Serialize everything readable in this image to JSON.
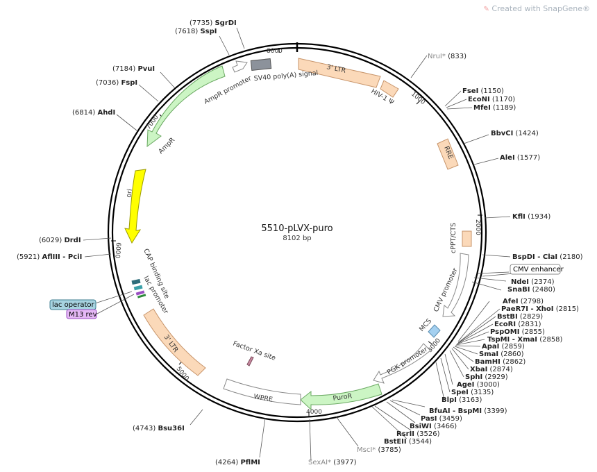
{
  "credit": {
    "text": "Created with SnapGene",
    "reg": "®"
  },
  "plasmid": {
    "name": "5510-pLVX-puro",
    "length": "8102 bp"
  },
  "ticks": [
    "1000",
    "2000",
    "3000",
    "4000",
    "5000",
    "6000",
    "7000",
    "8000"
  ],
  "sites": [
    {
      "pos": "(7735)",
      "name": "SgrDI"
    },
    {
      "pos": "(7618)",
      "name": "SspI"
    },
    {
      "pos": "(7184)",
      "name": "PvuI"
    },
    {
      "pos": "(7036)",
      "name": "FspI"
    },
    {
      "pos": "(6814)",
      "name": "AhdI"
    },
    {
      "pos": "(6029)",
      "name": "DrdI"
    },
    {
      "pos": "(5921)",
      "name": "AflIII - PciI"
    },
    {
      "pos": "(4743)",
      "name": "Bsu36I"
    },
    {
      "pos": "(4264)",
      "name": "PflMI"
    },
    {
      "pos": "(3977)",
      "name": "SexAI*",
      "grey": true
    },
    {
      "pos": "(3785)",
      "name": "MscI*",
      "grey": true
    },
    {
      "pos": "(833)",
      "name": "NruI*",
      "grey": true
    },
    {
      "pos": "(1150)",
      "name": "FseI"
    },
    {
      "pos": "(1170)",
      "name": "EcoNI"
    },
    {
      "pos": "(1189)",
      "name": "MfeI"
    },
    {
      "pos": "(1424)",
      "name": "BbvCI"
    },
    {
      "pos": "(1577)",
      "name": "AleI"
    },
    {
      "pos": "(1934)",
      "name": "KflI"
    },
    {
      "pos": "(2180)",
      "name": "BspDI - ClaI"
    },
    {
      "pos": "(2374)",
      "name": "NdeI"
    },
    {
      "pos": "(2480)",
      "name": "SnaBI"
    },
    {
      "pos": "(2798)",
      "name": "AfeI"
    },
    {
      "pos": "(2815)",
      "name": "PaeR7I - XhoI"
    },
    {
      "pos": "(2829)",
      "name": "BstBI"
    },
    {
      "pos": "(2831)",
      "name": "EcoRI"
    },
    {
      "pos": "(2855)",
      "name": "PspOMI"
    },
    {
      "pos": "(2858)",
      "name": "TspMI - XmaI"
    },
    {
      "pos": "(2859)",
      "name": "ApaI"
    },
    {
      "pos": "(2860)",
      "name": "SmaI"
    },
    {
      "pos": "(2862)",
      "name": "BamHI"
    },
    {
      "pos": "(2874)",
      "name": "XbaI"
    },
    {
      "pos": "(2929)",
      "name": "SphI"
    },
    {
      "pos": "(3000)",
      "name": "AgeI"
    },
    {
      "pos": "(3135)",
      "name": "SpeI"
    },
    {
      "pos": "(3163)",
      "name": "BlpI"
    },
    {
      "pos": "(3399)",
      "name": "BfuAI - BspMI"
    },
    {
      "pos": "(3459)",
      "name": "PasI"
    },
    {
      "pos": "(3466)",
      "name": "BsiWI"
    },
    {
      "pos": "(3526)",
      "name": "RsrII"
    },
    {
      "pos": "(3544)",
      "name": "BstEII"
    }
  ],
  "features": {
    "ltr5": "3' LTR",
    "hiv": "HIV-1 Ψ",
    "rre": "RRE",
    "cppt": "cPPT/CTS",
    "cmv_box": "CMV enhancer",
    "cmv_promoter": "CMV promoter",
    "mcs": "MCS",
    "pgk": "PGK promoter",
    "puro": "PuroR",
    "wpre": "WPRE",
    "factor": "Factor Xa site",
    "ltr3": "3' LTR",
    "lac_promoter": "lac promoter",
    "cap": "CAP binding site",
    "lac_operator": "lac operator",
    "m13": "M13 rev",
    "ori": "ori",
    "ampr": "AmpR",
    "ampr_promoter": "AmpR promoter",
    "sv40": "SV40 poly(A) signal"
  },
  "colors": {
    "ltr": "#fbd9b9",
    "ltr_stroke": "#c7946a",
    "promoter": "#ffffff",
    "ampr": "#ccf5c4",
    "ori": "#ffff00",
    "sv40": "#8c929b",
    "mcs": "#a4d0f0",
    "lac_operator": "#a7d3e0",
    "m13": "#e5b8f5",
    "backbone": "#000000"
  }
}
